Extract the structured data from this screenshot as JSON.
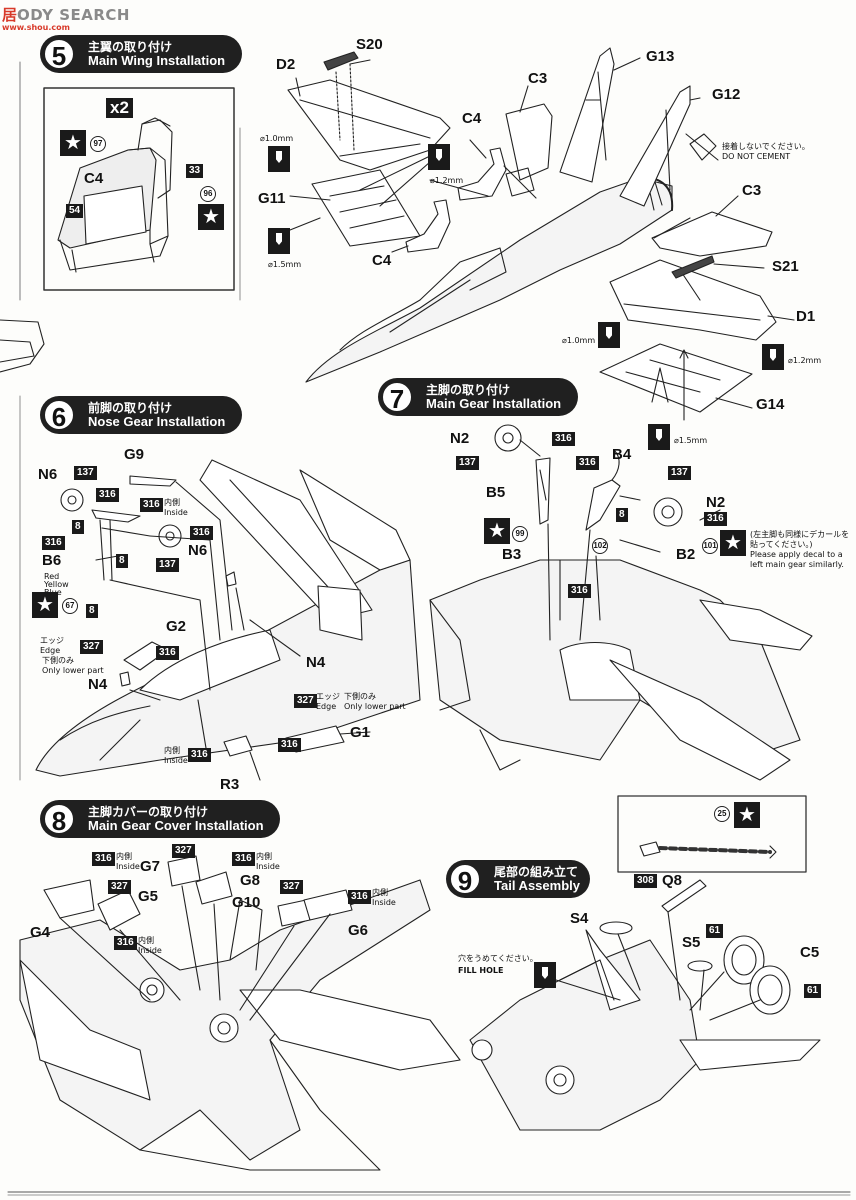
{
  "watermark": {
    "brand_cjk": "居",
    "brand_rest": "ODY SEARCH",
    "url": "www.shou.com"
  },
  "steps": [
    {
      "num": "5",
      "jp": "主翼の取り付け",
      "en": "Main Wing Installation"
    },
    {
      "num": "6",
      "jp": "前脚の取り付け",
      "en": "Nose Gear Installation"
    },
    {
      "num": "7",
      "jp": "主脚の取り付け",
      "en": "Main Gear Installation"
    },
    {
      "num": "8",
      "jp": "主脚カバーの取り付け",
      "en": "Main Gear Cover Installation"
    },
    {
      "num": "9",
      "jp": "尾部の組み立て",
      "en": "Tail Assembly"
    }
  ],
  "step5": {
    "x2": "x2",
    "parts": [
      "C4",
      "D2",
      "S20",
      "C3",
      "G13",
      "G12",
      "C4",
      "G11",
      "C4",
      "C3",
      "S21",
      "D1",
      "G14"
    ],
    "seat_codes": {
      "c97": "97",
      "p33": "33",
      "c96": "96",
      "p54": "54"
    },
    "drills": {
      "d1": "⌀1.0mm",
      "d2": "⌀1.2mm",
      "d3": "⌀1.5mm",
      "d4": "⌀1.0mm",
      "d5": "⌀1.2mm",
      "d6": "⌀1.5mm"
    },
    "no_cement_jp": "接着しないでください。",
    "no_cement_en": "DO NOT CEMENT"
  },
  "step6": {
    "parts": {
      "N6a": "N6",
      "G9": "G9",
      "B6": "B6",
      "N6b": "N6",
      "G2": "G2",
      "N4a": "N4",
      "N4b": "N4",
      "G1": "G1",
      "R3": "R3"
    },
    "paints": {
      "p137a": "137",
      "p316a": "316",
      "p316b": "316",
      "p8a": "8",
      "p316c": "316",
      "p8b": "8",
      "p316d": "316",
      "p137b": "137",
      "p8c": "8",
      "p327a": "327",
      "p316e": "316",
      "p327b": "327",
      "p316f": "316",
      "p316g": "316"
    },
    "inside_jp": "内側",
    "inside_en": "Inside",
    "edge_jp": "エッジ",
    "edge_en": "Edge",
    "lower_jp": "下側のみ",
    "lower_en": "Only lower part",
    "lower_en2": "Only lower part",
    "colors": {
      "red": "Red",
      "yellow": "Yellow",
      "blue": "Blue"
    },
    "c67": "67"
  },
  "step7": {
    "parts": {
      "N2a": "N2",
      "B5": "B5",
      "B4": "B4",
      "N2b": "N2",
      "B3": "B3",
      "B2": "B2"
    },
    "paints": {
      "p316a": "316",
      "p137a": "137",
      "p316b": "316",
      "p137b": "137",
      "p8": "8",
      "p316c": "316",
      "p316d": "316"
    },
    "c99": "99",
    "c102": "102",
    "c101": "101",
    "decal_jp": "(左主脚も同様にデカールを貼ってください。)",
    "decal_en": "Please apply decal to a left main gear similarly."
  },
  "step8": {
    "parts": {
      "G7": "G7",
      "G8": "G8",
      "G5": "G5",
      "G10": "G10",
      "G4": "G4",
      "G6": "G6"
    },
    "paints": {
      "p316a": "316",
      "p327a": "327",
      "p316b": "316",
      "p327b": "327",
      "p316c": "316",
      "p327c": "327",
      "p316d": "316"
    },
    "inside_jp": "内側",
    "inside_en": "Inside"
  },
  "step9": {
    "parts": {
      "Q8": "Q8",
      "S4": "S4",
      "S5": "S5",
      "C5": "C5"
    },
    "paints": {
      "p308": "308",
      "p61a": "61",
      "p61b": "61"
    },
    "c25": "25",
    "fill_jp": "穴をうめてください。",
    "fill_en": "FILL HOLE"
  }
}
